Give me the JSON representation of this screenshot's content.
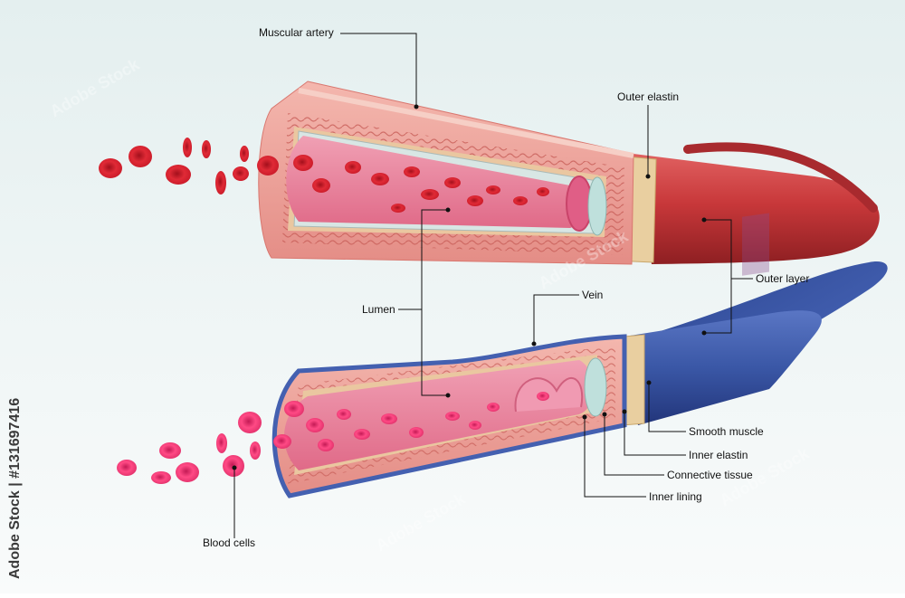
{
  "diagram": {
    "labels": {
      "muscular_artery": "Muscular artery",
      "outer_elastin": "Outer elastin",
      "outer_layer": "Outer layer",
      "lumen": "Lumen",
      "vein": "Vein",
      "smooth_muscle": "Smooth muscle",
      "inner_elastin": "Inner elastin",
      "connective_tissue": "Connective tissue",
      "inner_lining": "Inner lining",
      "blood_cells": "Blood cells"
    },
    "watermark": "Adobe Stock",
    "stock_id": "Adobe Stock | #131697416"
  },
  "colors": {
    "background": "#eef4f4",
    "artery_outer": "#c8383a",
    "artery_dark": "#8e1f22",
    "vein_outer": "#3a57a6",
    "vein_dark": "#22357a",
    "wall_pink": "#f2a6a2",
    "lumen_pink": "#e87a94",
    "cell_red": "#d81e2c",
    "cell_pink": "#e8306a",
    "elastin_tan": "#e9cfa0",
    "connective_teal": "#bfe0dc"
  }
}
